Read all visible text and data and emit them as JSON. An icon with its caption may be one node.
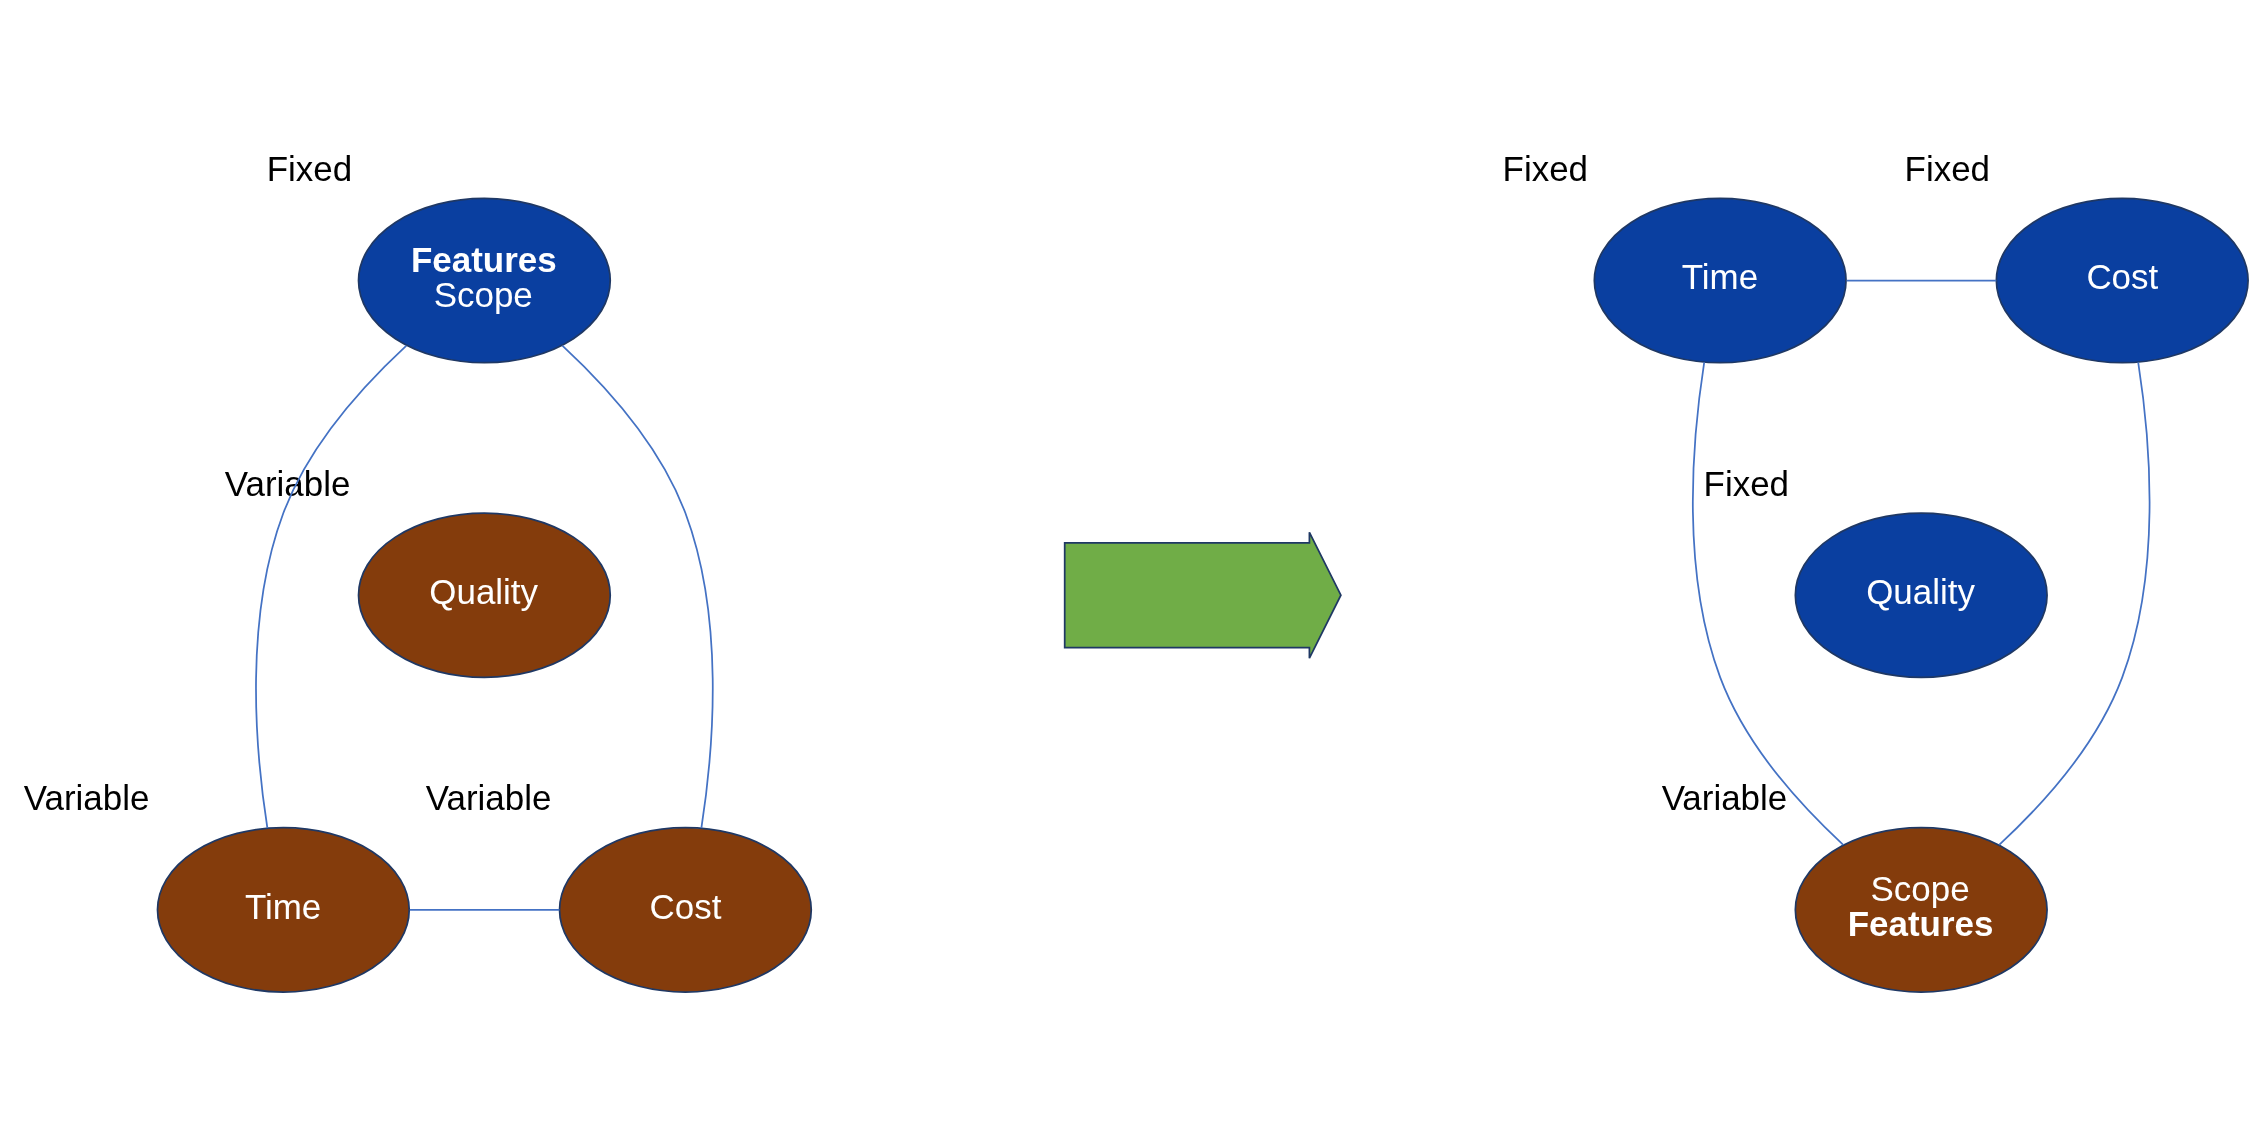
{
  "diagram": {
    "nodes": [
      {
        "text": [
          "Features",
          "Scope"
        ],
        "beside": [
          "Fixed"
        ]
      },
      {
        "text": [
          "Quality"
        ],
        "beside": [
          "Variable"
        ]
      },
      {
        "text": [
          "Time"
        ],
        "beside": [
          "Variable"
        ]
      },
      {
        "text": [
          "Cost"
        ],
        "beside": [
          "Variable"
        ]
      },
      {
        "text": [],
        "shape": "arrow"
      },
      {
        "text": [
          "Time"
        ],
        "beside": [
          "Fixed"
        ]
      },
      {
        "text": [
          "Cost"
        ],
        "beside": [
          "Fixed"
        ]
      },
      {
        "text": [
          "Quality"
        ],
        "beside": [
          "Fixed"
        ]
      },
      {
        "text": [
          "Scope",
          "Features"
        ],
        "beside": [
          "Variable"
        ]
      }
    ],
    "edges": [
      {
        "from": 0,
        "to": 2,
        "arrow": "none"
      },
      {
        "from": 0,
        "to": 3,
        "arrow": "none"
      },
      {
        "from": 2,
        "to": 3,
        "arrow": "none"
      },
      {
        "from": 5,
        "to": 6,
        "arrow": "none"
      },
      {
        "from": 5,
        "to": 8,
        "arrow": "none"
      },
      {
        "from": 6,
        "to": 8,
        "arrow": "none"
      }
    ]
  }
}
